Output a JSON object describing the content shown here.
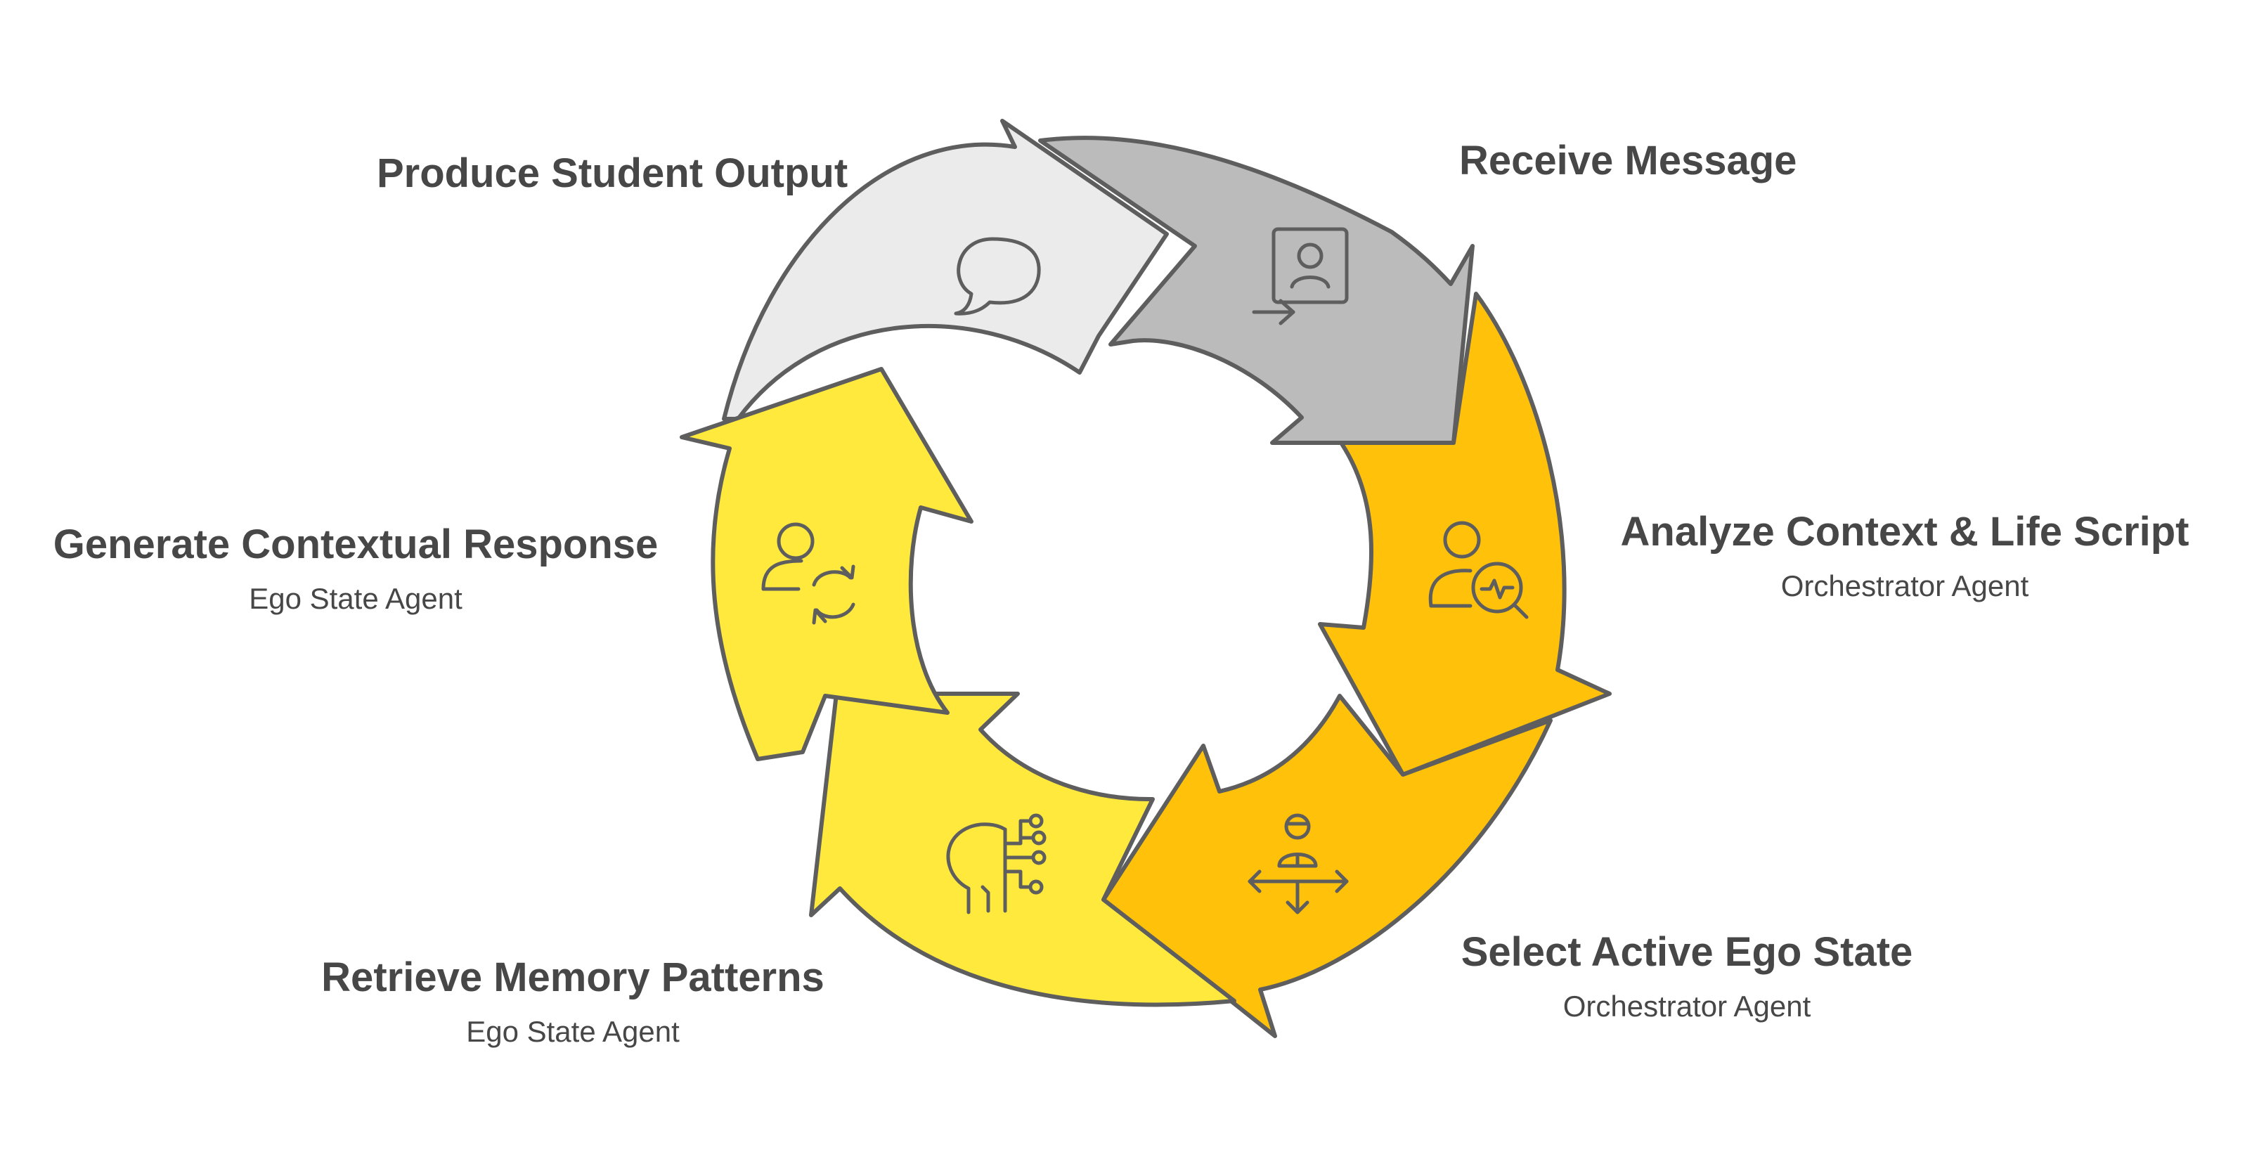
{
  "diagram": {
    "type": "cycle",
    "steps": [
      {
        "id": "receive",
        "title": "Receive Message",
        "subtitle": "",
        "icon": "user-login-icon",
        "color": "#BBBBBB"
      },
      {
        "id": "analyze",
        "title": "Analyze Context & Life Script",
        "subtitle": "Orchestrator Agent",
        "icon": "person-analytics-icon",
        "color": "#FFC10A"
      },
      {
        "id": "select",
        "title": "Select Active Ego State",
        "subtitle": "Orchestrator Agent",
        "icon": "person-arrows-icon",
        "color": "#FFC10A"
      },
      {
        "id": "retrieve",
        "title": "Retrieve Memory Patterns",
        "subtitle": "Ego State Agent",
        "icon": "head-circuit-icon",
        "color": "#FFE93D"
      },
      {
        "id": "generate",
        "title": "Generate Contextual Response",
        "subtitle": "Ego State Agent",
        "icon": "person-refresh-icon",
        "color": "#FFE93D"
      },
      {
        "id": "produce",
        "title": "Produce Student Output",
        "subtitle": "",
        "icon": "speech-bubble-icon",
        "color": "#EBEBEB"
      }
    ],
    "stroke_color": "#5E5E5E",
    "text_color": "#474747"
  }
}
